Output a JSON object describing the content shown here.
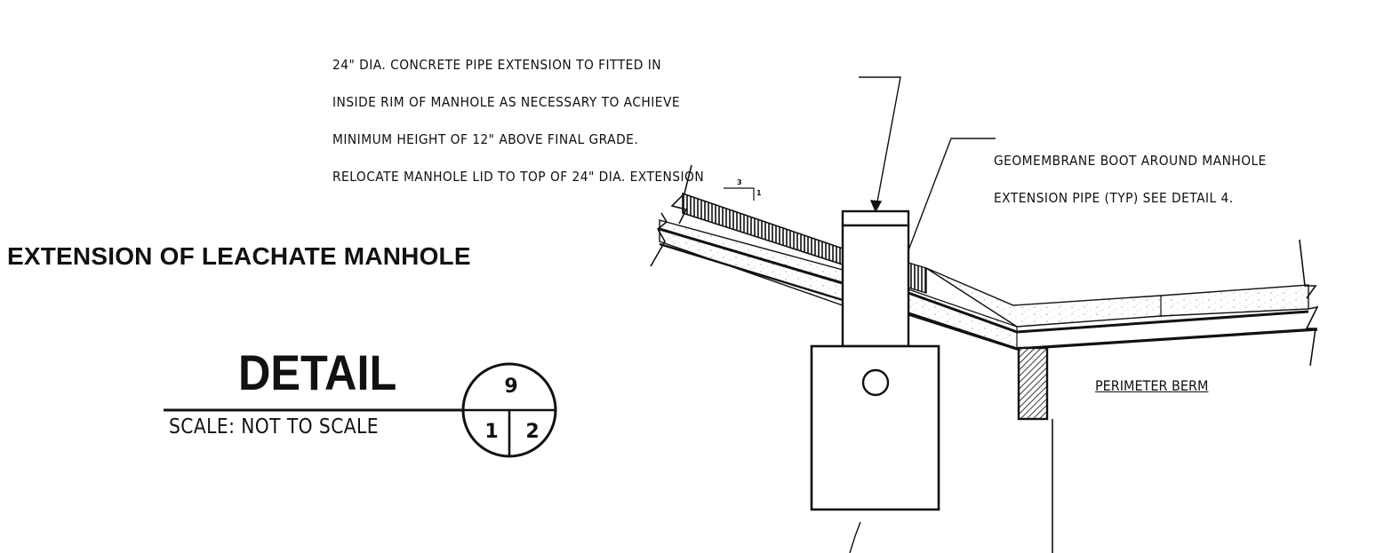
{
  "notes": {
    "extension_pipe": [
      "24\" DIA. CONCRETE PIPE EXTENSION TO FITTED IN",
      "INSIDE RIM OF MANHOLE AS NECESSARY TO ACHIEVE",
      "MINIMUM HEIGHT OF 12\" ABOVE FINAL GRADE.",
      "RELOCATE MANHOLE LID TO TOP OF 24\" DIA. EXTENSION"
    ],
    "geomembrane_boot": [
      "GEOMEMBRANE BOOT AROUND MANHOLE",
      "EXTENSION PIPE (TYP) SEE DETAIL 4."
    ]
  },
  "title": "EXTENSION OF LEACHATE MANHOLE",
  "detail_block": {
    "label": "DETAIL",
    "scale": "SCALE: NOT TO SCALE",
    "detail_number": "9",
    "sheet_left": "1",
    "sheet_right": "2"
  },
  "labels": {
    "perimeter_berm": "PERIMETER BERM"
  },
  "slope": {
    "rise": "1",
    "run": "3"
  },
  "colors": {
    "ink": "#111111",
    "paper": "#ffffff",
    "hatch": "#555555"
  }
}
